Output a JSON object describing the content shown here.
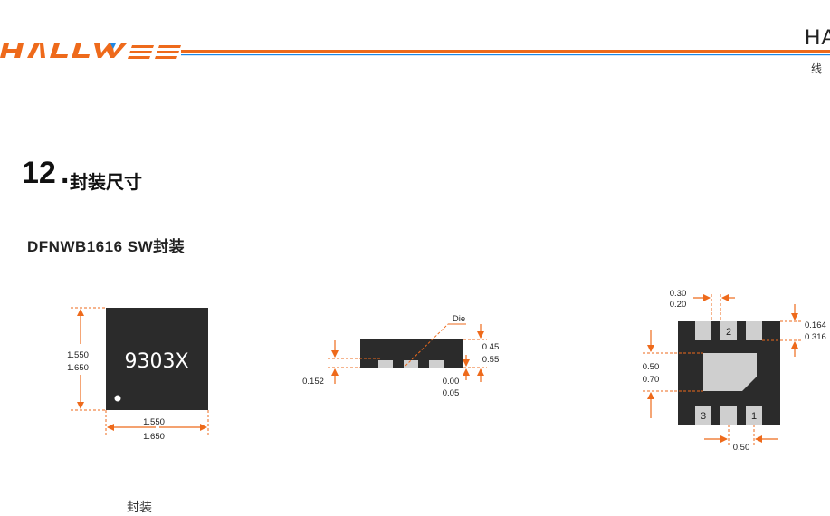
{
  "header": {
    "logo_text": "HALLWEE",
    "brand_fragment": "HA",
    "sub_fragment": "线",
    "colors": {
      "accent": "#ee6a1b",
      "blue": "#1e88e5",
      "black": "#222222"
    }
  },
  "section": {
    "number": "12",
    "dot": ".",
    "title": "封装尺寸"
  },
  "package": {
    "name": "DFNWB1616 SW封装"
  },
  "top_view": {
    "marking": "9303X",
    "height_min": "1.550",
    "height_max": "1.650",
    "width_min": "1.550",
    "width_max": "1.650"
  },
  "side_view": {
    "die_label": "Die",
    "body_min": "0.45",
    "body_max": "0.55",
    "standoff_min": "0.00",
    "standoff_max": "0.05",
    "lead_thickness": "0.152"
  },
  "bottom_view": {
    "pad_width_min": "0.30",
    "pad_width_max": "0.20",
    "pad_length_min": "0.164",
    "pad_length_max": "0.316",
    "epad_min": "0.50",
    "epad_max": "0.70",
    "pitch": "0.50",
    "pin_labels": [
      "2",
      "3",
      "1"
    ]
  },
  "footer_fragment": "封装"
}
